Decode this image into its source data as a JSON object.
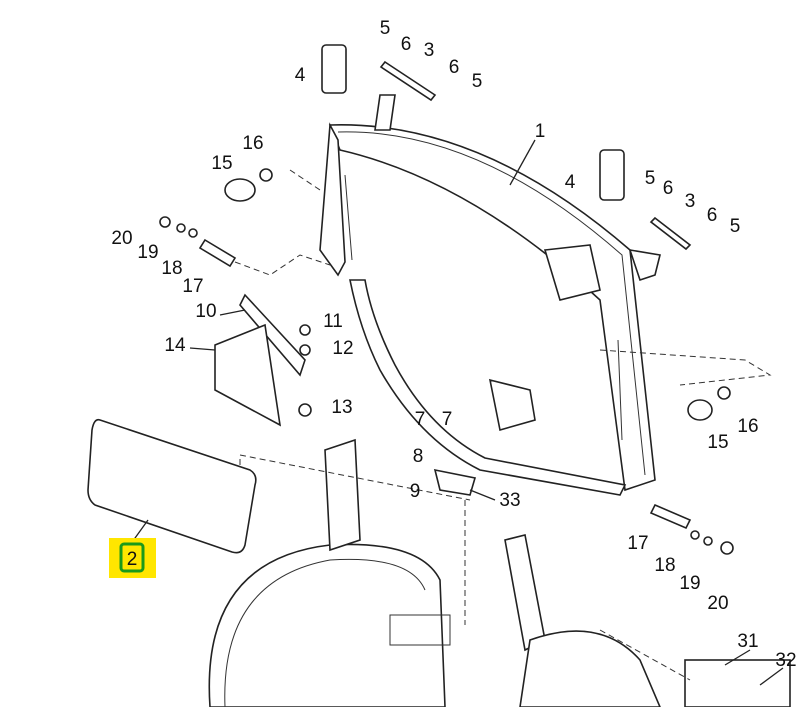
{
  "diagram": {
    "callouts": [
      "5",
      "6",
      "3",
      "4",
      "6",
      "5",
      "1",
      "16",
      "15",
      "4",
      "5",
      "6",
      "3",
      "6",
      "5",
      "20",
      "19",
      "18",
      "17",
      "10",
      "11",
      "14",
      "12",
      "13",
      "7",
      "7",
      "8",
      "9",
      "33",
      "16",
      "15",
      "17",
      "18",
      "19",
      "20",
      "31",
      "32"
    ],
    "highlighted_callout": "2",
    "highlight_color": "#ffe600",
    "highlight_border": "#1a9a1a"
  }
}
